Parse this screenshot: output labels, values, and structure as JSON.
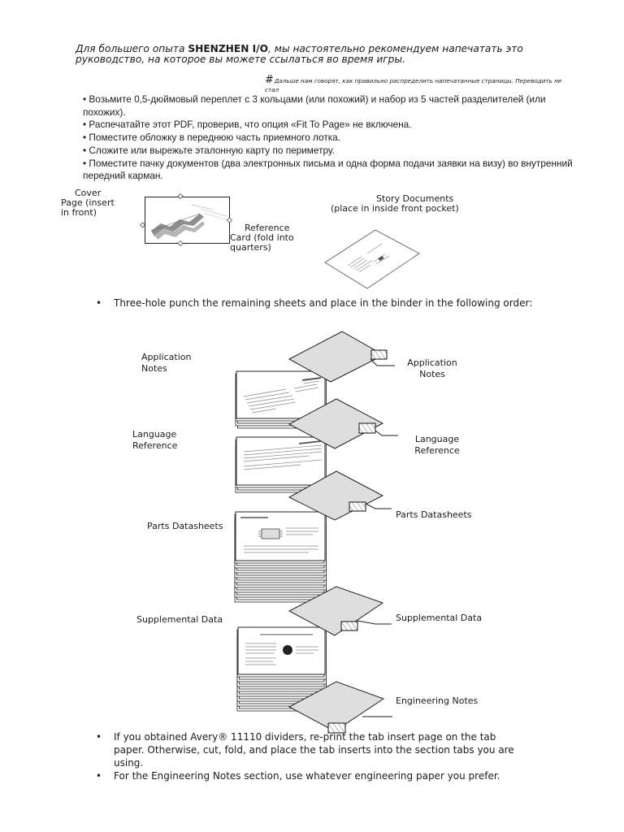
{
  "page": {
    "background": "#ffffff",
    "text_color": "#1c1c1c",
    "divider_fill": "#dedede"
  },
  "intro": {
    "line1_before": "Для большего опыта ",
    "brand": "SHENZHEN I/O",
    "line1_after": ", мы настоятельно рекомендуем напечатать это",
    "line2": "руководство, на которое вы можете ссылаться во время игры."
  },
  "note": {
    "hash": "#",
    "line1": "Дальше нам говорят, как правильно распределить напечатанные страницы. Переводить не",
    "line2": "стал"
  },
  "ru_bullets": [
    [
      "• Возьмите 0,5-дюймовый переплет с 3 кольцами (или похожий) и набор из 5 частей разделителей (или",
      "похожих)."
    ],
    [
      "• Распечатайте этот PDF, проверив, что опция «Fit To Page» не включена."
    ],
    [
      "• Поместите обложку в переднюю часть приемного лотка."
    ],
    [
      "• Сложите или вырежьте эталонную карту по периметру."
    ],
    [
      "• Поместите пачку документов (два электронных письма и одна форма подачи заявки на визу) во внутренний",
      "передний карман."
    ]
  ],
  "front_items": {
    "cover": [
      "Cover",
      "Page (insert",
      "in front)"
    ],
    "reference_card": [
      "Reference",
      "Card (fold into",
      "quarters)"
    ],
    "story_documents": [
      "Story Documents",
      "(place in inside front pocket)"
    ]
  },
  "instruction": {
    "bullet": "•",
    "text": "Three-hole punch the remaining sheets and place in the binder in the following order:"
  },
  "sections": [
    {
      "left": [
        "Application",
        "Notes"
      ],
      "tab": [
        "Application",
        "Notes"
      ]
    },
    {
      "left": [
        "Language",
        "Reference"
      ],
      "tab": [
        "Language",
        "Reference"
      ]
    },
    {
      "left": [
        "Parts Datasheets"
      ],
      "tab": [
        "Parts Datasheets"
      ]
    },
    {
      "left": [
        "Supplemental Data"
      ],
      "tab": [
        "Supplemental Data"
      ]
    },
    {
      "left": [],
      "tab": [
        "Engineering Notes"
      ]
    }
  ],
  "notes": [
    {
      "bullet": "•",
      "lines": [
        "If you obtained Avery® 11110 dividers, re-print the tab insert page on the tab",
        "paper. Otherwise, cut, fold, and place the tab inserts into the section tabs you are",
        "using."
      ]
    },
    {
      "bullet": "•",
      "lines": [
        "For the Engineering Notes section, use whatever engineering paper you prefer."
      ]
    }
  ]
}
